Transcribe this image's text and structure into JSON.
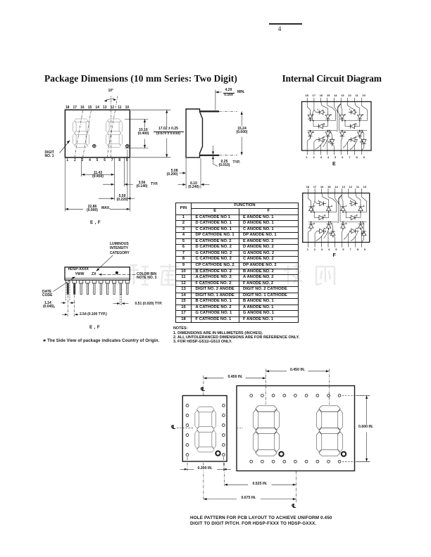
{
  "page": {
    "number": "4"
  },
  "headings": {
    "package": "Package Dimensions (10 mm Series: Two Digit)",
    "circuit": "Internal Circuit Diagram"
  },
  "front_view": {
    "top_pins": [
      "18",
      "17",
      "16",
      "15",
      "14",
      "13",
      "12",
      "11",
      "10"
    ],
    "bottom_pins": [
      "1",
      "2",
      "3",
      "4",
      "5",
      "6",
      "7",
      "8",
      "9"
    ],
    "digit_label_line1": "DIGIT",
    "digit_label_line2": "NO. 1",
    "angle": "10°",
    "ef_label": "E , F",
    "dims": {
      "d429": {
        "mm": "4.29",
        "inch": "0.169",
        "suffix": "MIN."
      },
      "d1016": {
        "mm": "10.16",
        "inch": "(0.400)"
      },
      "d1702": {
        "mm": "17.02 ± 0.25",
        "inch": "(0.670 ± 0.010)"
      },
      "d1143": {
        "mm": "11.43",
        "inch": "(0.450)"
      },
      "d356": {
        "mm": "3.56",
        "inch": "(0.140)",
        "suffix": "TYP."
      },
      "d559": {
        "mm": "5.59",
        "inch": "(0.220)"
      },
      "d2286": {
        "mm": "22.86",
        "inch": "(0.900)",
        "suffix": "MAX."
      }
    }
  },
  "side_view": {
    "dims": {
      "d1524": {
        "mm": "15.24",
        "inch": "(0.600)"
      },
      "d025": {
        "mm": "0.25",
        "inch": "(0.010)",
        "suffix": "TYP."
      },
      "d508": {
        "mm": "5.08",
        "inch": "(0.200)"
      },
      "d610": {
        "mm": "6.10",
        "inch": "(0.240)"
      }
    }
  },
  "circuit_e": {
    "label": "E",
    "top_pins": [
      "18",
      "17",
      "16",
      "15",
      "14",
      "13",
      "12",
      "11",
      "10"
    ],
    "bottom_pins": [
      "1",
      "2",
      "3",
      "4",
      "5",
      "6",
      "7",
      "8",
      "9"
    ],
    "segments": [
      "e",
      "f",
      "a",
      "g",
      "b",
      "c",
      "d",
      "DP",
      "e",
      "f",
      "a",
      "g",
      "b",
      "c",
      "d",
      "DP"
    ]
  },
  "circuit_f": {
    "label": "F",
    "top_pins": [
      "18",
      "17",
      "16",
      "15",
      "14",
      "13",
      "12",
      "11",
      "10"
    ],
    "bottom_pins": [
      "1",
      "2",
      "3",
      "4",
      "5",
      "6",
      "7",
      "8",
      "9"
    ],
    "segments": [
      "e",
      "f",
      "a",
      "g",
      "b",
      "c",
      "d",
      "DP",
      "e",
      "f",
      "a",
      "g",
      "b",
      "c",
      "d",
      "DP"
    ]
  },
  "package_side": {
    "part_number": "HDSP-XXXX",
    "date_code_mark": "YWW",
    "bin_mark": "ZX",
    "luminous_lines": [
      "LUMINOUS",
      "INTENSITY",
      "CATEGORY"
    ],
    "color_bin_lines": [
      "COLOR BIN",
      "NOTE NO. 3"
    ],
    "date_code_lines": [
      "DATE",
      "CODE"
    ],
    "ef_label": "E , F",
    "dims": {
      "d114": {
        "mm": "1.14",
        "inch": "(0.045),"
      },
      "d051": "0.51 (0.020) TYP.",
      "d254": "2.54 (0.100 TYP.)"
    },
    "footnote_marker": "✱",
    "footnote": "The Side View of package indicates Country of Origin."
  },
  "pin_table": {
    "header_function": "FUNCTION",
    "header_pin": "PIN",
    "header_e": "E",
    "header_f": "F",
    "rows": [
      [
        "1",
        "E CATHODE NO 1",
        "E ANODE NO. 1"
      ],
      [
        "2",
        "D CATHODE NO. 1",
        "D ANODE NO. 1"
      ],
      [
        "3",
        "C CATHODE NO. 1",
        "C ANODE NO. 1"
      ],
      [
        "4",
        "DP CATHODE NO. 1",
        "DP ANODE NO. 1"
      ],
      [
        "5",
        "E CATHODE NO. 2",
        "E ANODE NO. 2"
      ],
      [
        "6",
        "D CATHODE NO. 2",
        "D ANODE NO. 2"
      ],
      [
        "7",
        "G CATHODE NO. 2",
        "G ANODE NO. 2"
      ],
      [
        "8",
        "C CATHODE NO. 2",
        "C ANODE NO. 2"
      ],
      [
        "9",
        "CP CATHODE NO. 2",
        "DP ANODE NO. 2"
      ],
      [
        "10",
        "B CATHODE NO. 2",
        "B ANODE NO. 2"
      ],
      [
        "11",
        "A CATHODE NO. 2",
        "A ANODE NO. 2"
      ],
      [
        "12",
        "F CATHODE NO. 2",
        "F ANODE NO. 2"
      ],
      [
        "13",
        "DIGIT NO. 2 ANODE",
        "DIGIT NO. 2 CATHODE"
      ],
      [
        "14",
        "DIGIT NO. 1 ANODE",
        "DIGIT NO. 1 CATHODE"
      ],
      [
        "15",
        "B CATHODE NO. 1",
        "B ANODE NO. 1"
      ],
      [
        "16",
        "A CATHODE NO. 2",
        "A ANODE NO. 1"
      ],
      [
        "17",
        "G CATHODE NO. 1",
        "G ANODE NO. 1"
      ],
      [
        "18",
        "F CATHODE NO. 1",
        "F ANODE NO. 1"
      ]
    ]
  },
  "notes": {
    "title": "NOTES:",
    "items": [
      "1. DIMENSIONS ARE IN MILLIMETERS (INCHES).",
      "2. ALL UNTOLERANCED DIMENSIONS ARE FOR REFERENCE ONLY.",
      "3. FOR HDSP-G511/-G513 ONLY."
    ]
  },
  "pcb": {
    "dim_450_a": "0.450 IN.",
    "dim_450_b": "0.450 IN.",
    "dim_600": "0.600 IN.",
    "dim_300": "0.300 IN.",
    "dim_525": "0.525 IN.",
    "dim_675": "0.675 IN.",
    "centerline_symbol": "℄",
    "caption_line1": "HOLE PATTERN FOR PCB LAYOUT TO ACHIEVE UNIFORM 0.450",
    "caption_line2": "DIGIT TO DIGIT PITCH. FOR HDSP-FXXX TO HDSP-GXXX."
  },
  "watermark": {
    "text": "维库电子市场网"
  }
}
